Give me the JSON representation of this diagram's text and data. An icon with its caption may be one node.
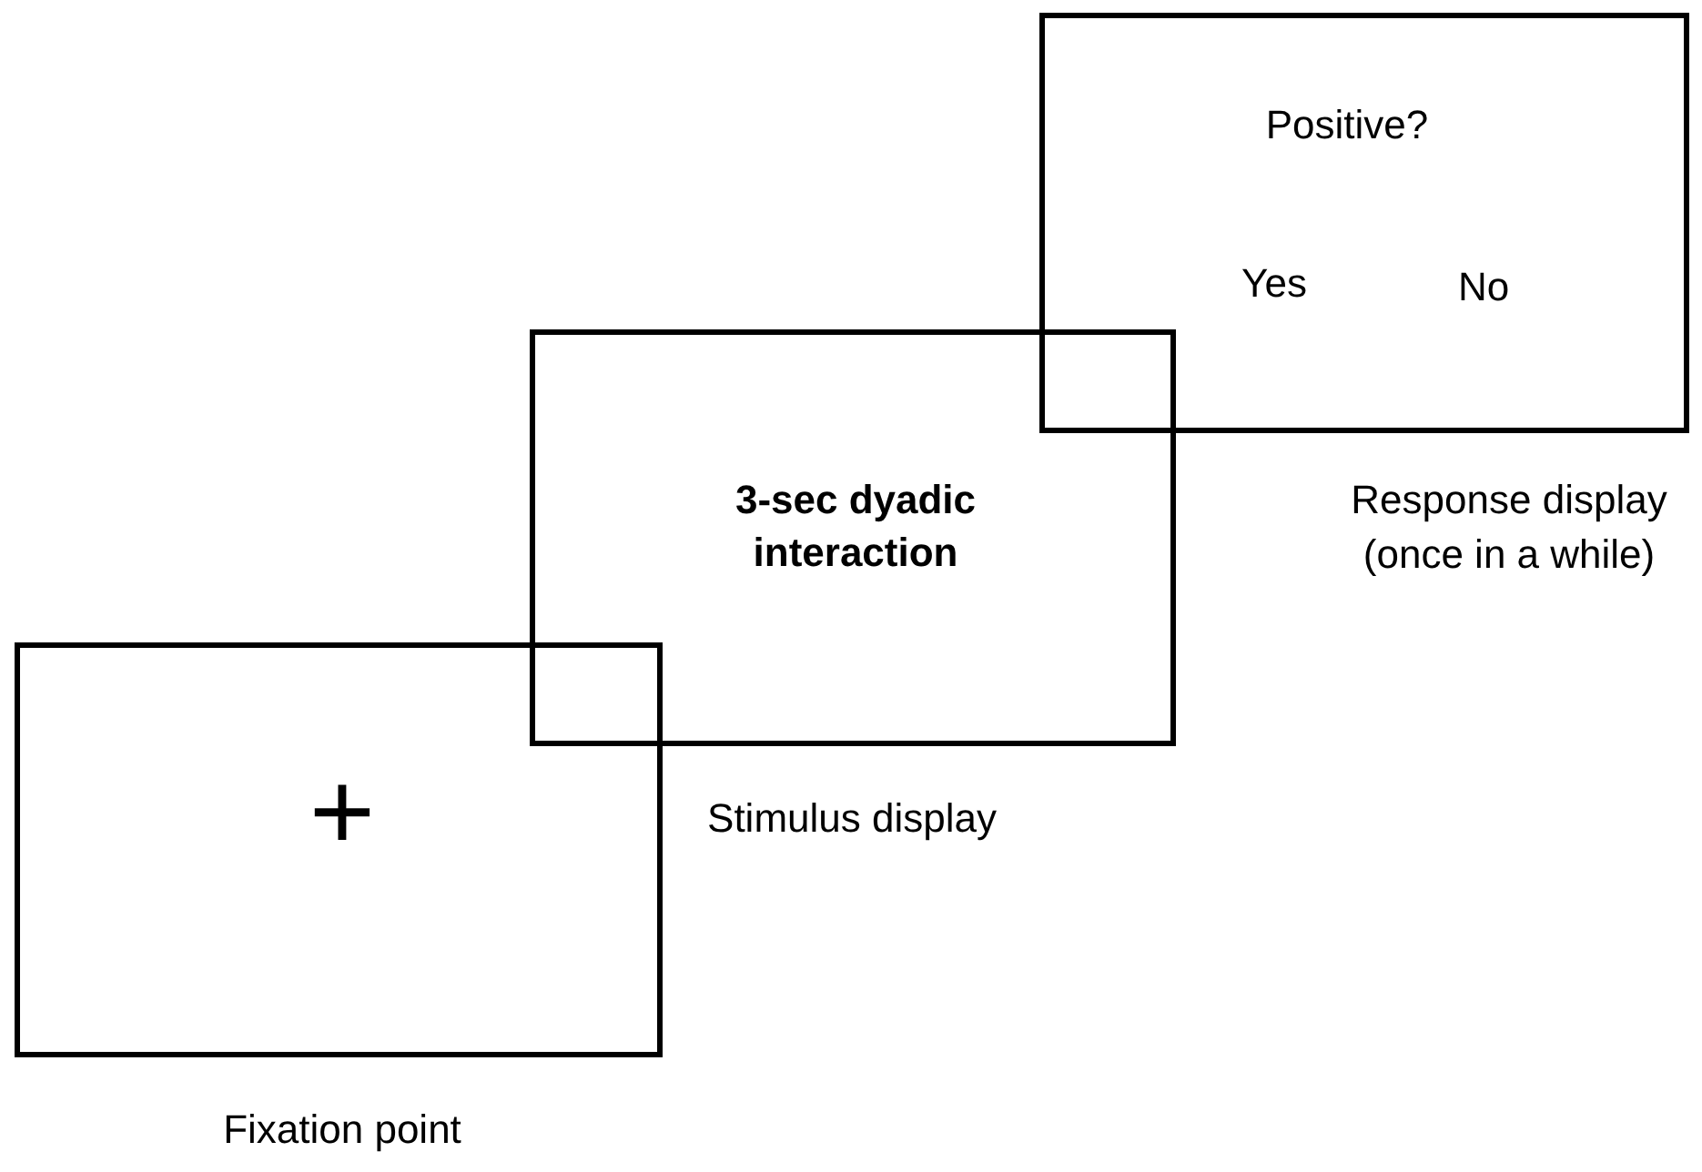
{
  "diagram": {
    "nodes": [
      {
        "text": [
          "+"
        ],
        "beside": [
          "Fixation point"
        ]
      },
      {
        "text": [
          "3-sec dyadic interaction"
        ],
        "beside": [
          "Stimulus display"
        ]
      },
      {
        "text": [
          "Positive?",
          "Yes",
          "No"
        ],
        "beside": [
          "Response display (once in a while)"
        ]
      }
    ]
  }
}
